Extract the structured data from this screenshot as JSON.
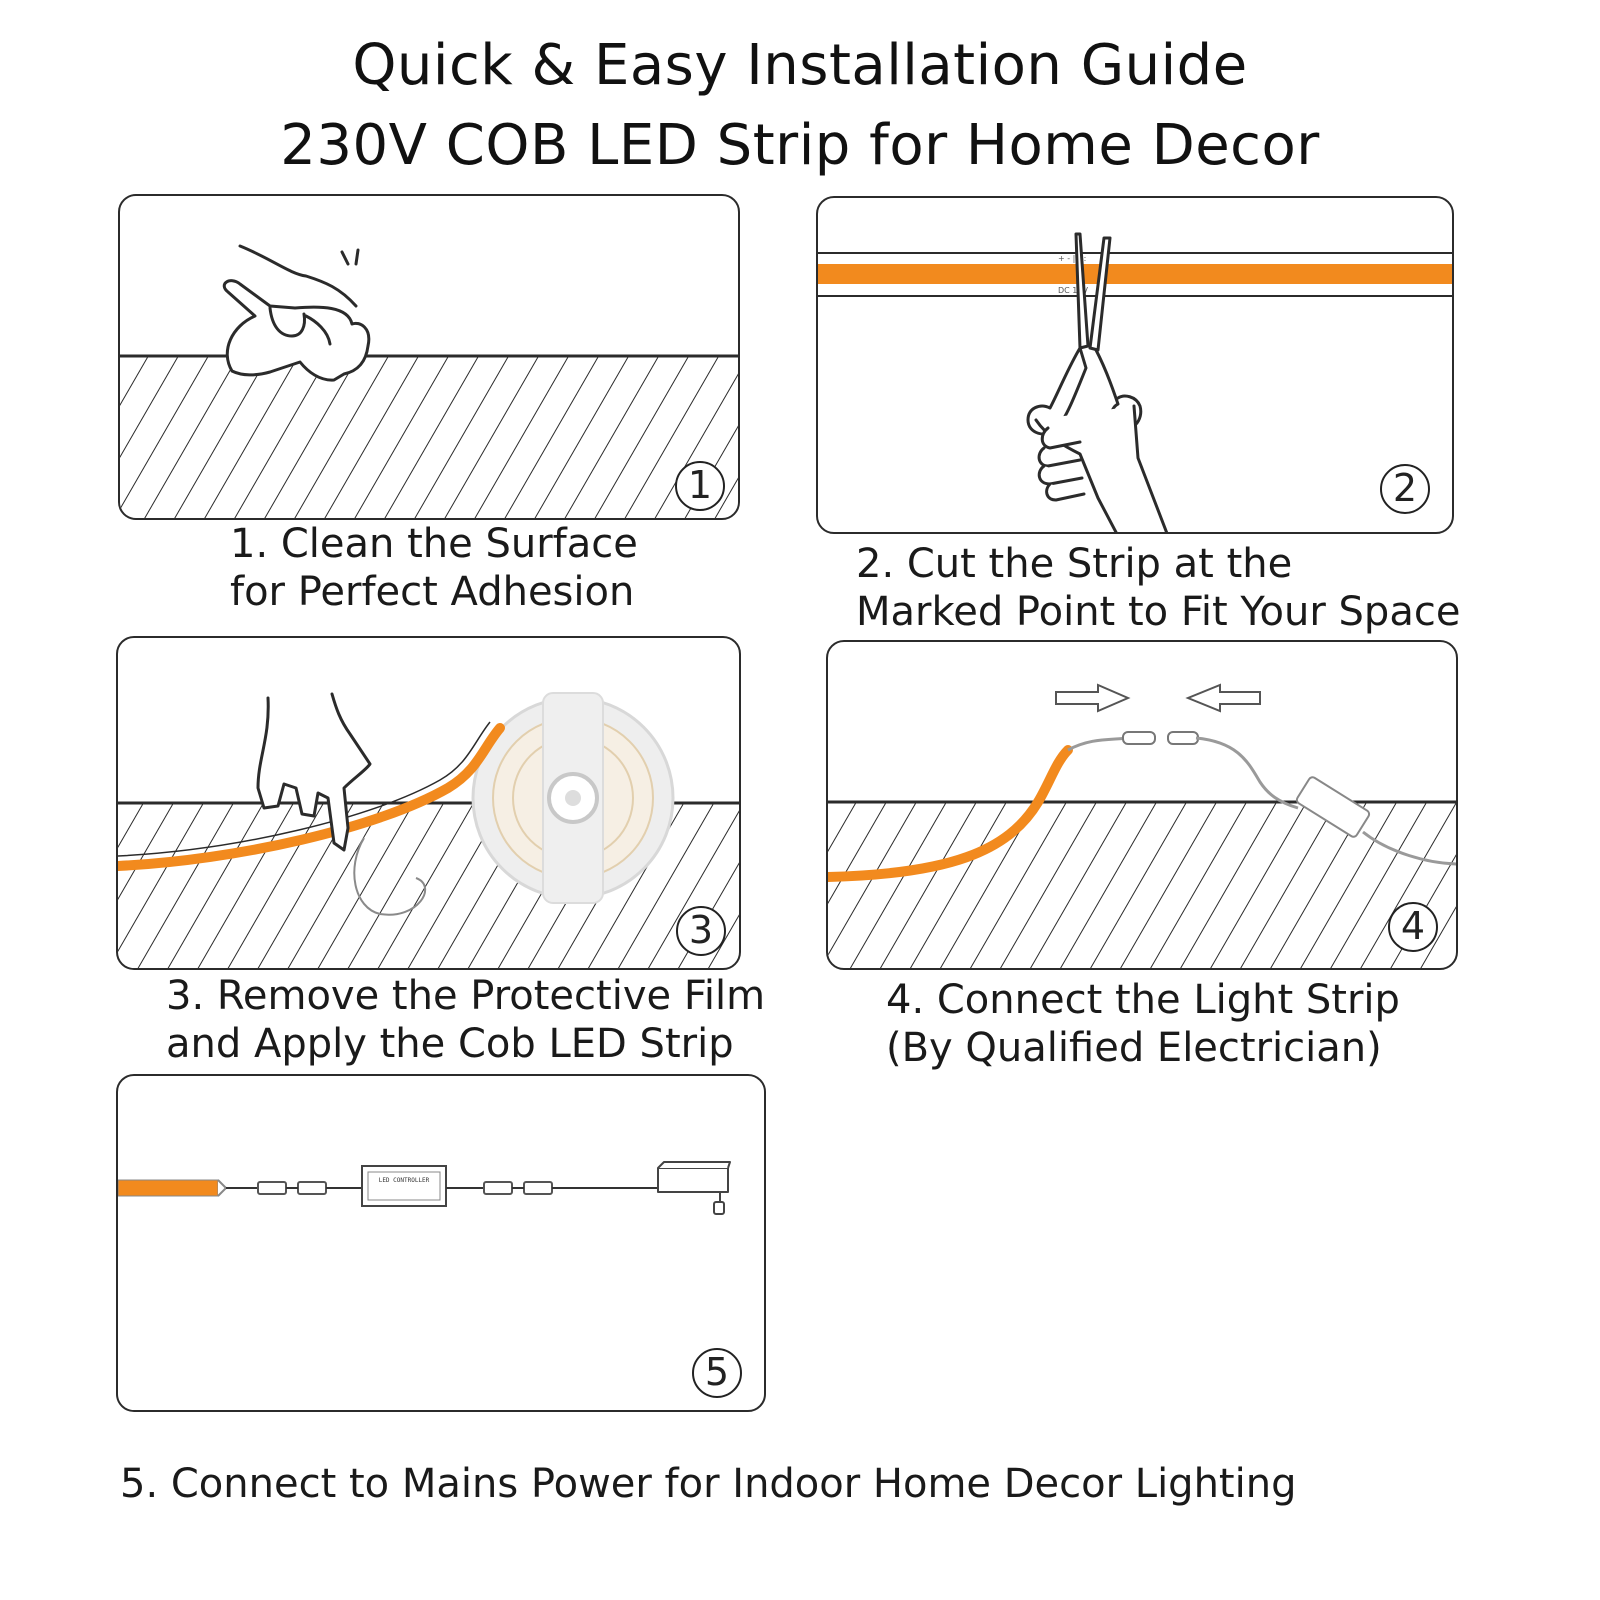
{
  "header": {
    "title_line1": "Quick & Easy Installation Guide",
    "title_line2": "230V COB LED Strip for Home Decor"
  },
  "colors": {
    "strip_orange": "#f28a1e",
    "line": "#2b2b2b",
    "background": "#ffffff"
  },
  "steps": [
    {
      "badge": "1",
      "caption_line1": "1. Clean the Surface",
      "caption_line2": "for Perfect Adhesion",
      "icon": "hand-wiping-icon"
    },
    {
      "badge": "2",
      "caption_line1": "2. Cut the Strip at the",
      "caption_line2": "Marked Point to Fit Your Space",
      "icon": "scissors-icon"
    },
    {
      "badge": "3",
      "caption_line1": "3. Remove the Protective Film",
      "caption_line2": "and Apply the Cob LED Strip",
      "icon": "strip-reel-icon"
    },
    {
      "badge": "4",
      "caption_line1": "4. Connect the Light Strip",
      "caption_line2": "(By Qualified Electrician)",
      "icon": "connector-icon"
    },
    {
      "badge": "5",
      "caption_line1": "5. Connect to Mains Power for Indoor Home Decor Lighting",
      "icon": "power-adapter-icon",
      "controller_label": "LED CONTROLLER"
    }
  ]
}
